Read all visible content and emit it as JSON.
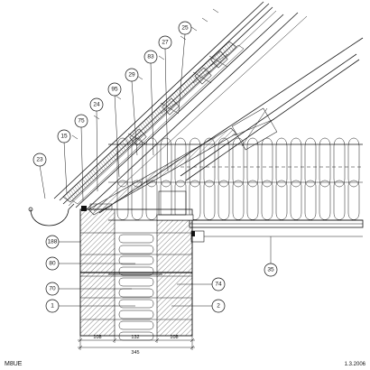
{
  "drawing_code": "M8UE",
  "date": "1.3.2006",
  "callouts": [
    "25",
    "27",
    "83",
    "29",
    "95",
    "24",
    "75",
    "15",
    "23",
    "188",
    "80",
    "70",
    "1",
    "74",
    "2",
    "35"
  ],
  "dimensions": {
    "segments": [
      "108",
      "132",
      "108"
    ],
    "total": "345"
  }
}
